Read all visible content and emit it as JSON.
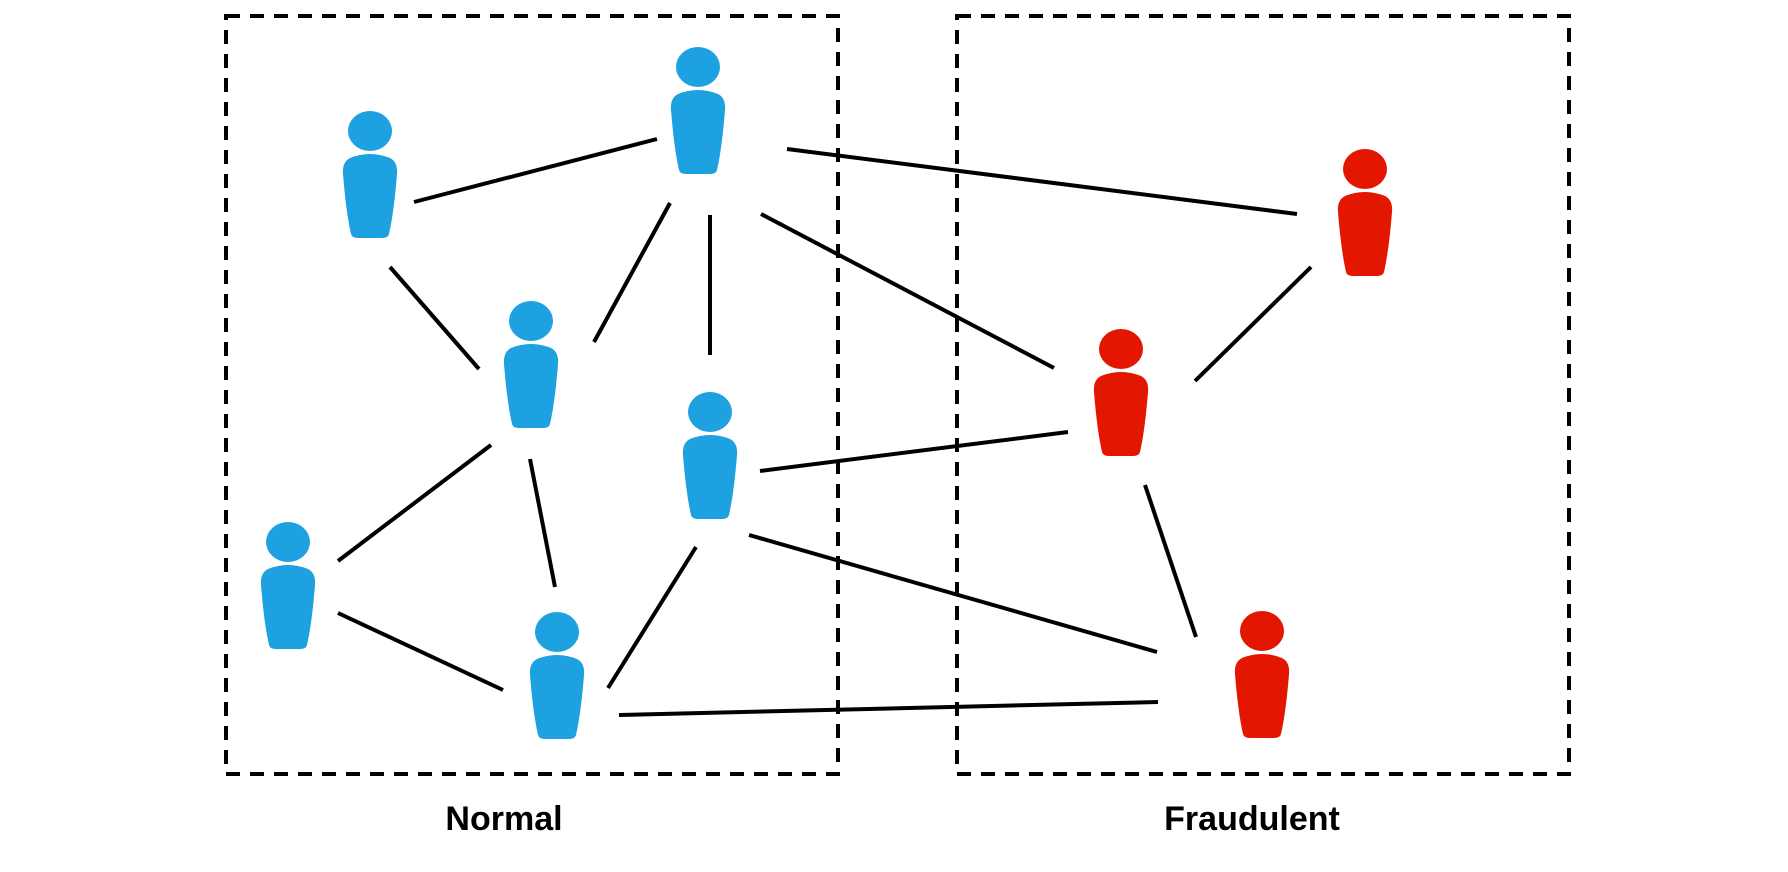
{
  "diagram": {
    "groups": [
      {
        "id": "normal",
        "label": "Normal"
      },
      {
        "id": "fraud",
        "label": "Fraudulent"
      }
    ],
    "colors": {
      "normal": "#1ea1e0",
      "fraud": "#e31600",
      "edge": "#000000",
      "box": "#000000"
    },
    "nodes": [
      {
        "id": "n1",
        "group": "normal",
        "icon": "person-icon"
      },
      {
        "id": "n2",
        "group": "normal",
        "icon": "person-icon"
      },
      {
        "id": "n3",
        "group": "normal",
        "icon": "person-icon"
      },
      {
        "id": "n4",
        "group": "normal",
        "icon": "person-icon"
      },
      {
        "id": "n5",
        "group": "normal",
        "icon": "person-icon"
      },
      {
        "id": "n6",
        "group": "normal",
        "icon": "person-icon"
      },
      {
        "id": "f1",
        "group": "fraud",
        "icon": "person-icon"
      },
      {
        "id": "f2",
        "group": "fraud",
        "icon": "person-icon"
      },
      {
        "id": "f3",
        "group": "fraud",
        "icon": "person-icon"
      }
    ],
    "edges": [
      [
        "n1",
        "n2"
      ],
      [
        "n1",
        "n3"
      ],
      [
        "n2",
        "n3"
      ],
      [
        "n2",
        "n4"
      ],
      [
        "n2",
        "f1"
      ],
      [
        "n2",
        "f2"
      ],
      [
        "n3",
        "n5"
      ],
      [
        "n3",
        "n6"
      ],
      [
        "n5",
        "n6"
      ],
      [
        "n4",
        "n6"
      ],
      [
        "n4",
        "f2"
      ],
      [
        "n4",
        "f3"
      ],
      [
        "n6",
        "f3"
      ],
      [
        "f1",
        "f2"
      ],
      [
        "f2",
        "f3"
      ]
    ]
  }
}
